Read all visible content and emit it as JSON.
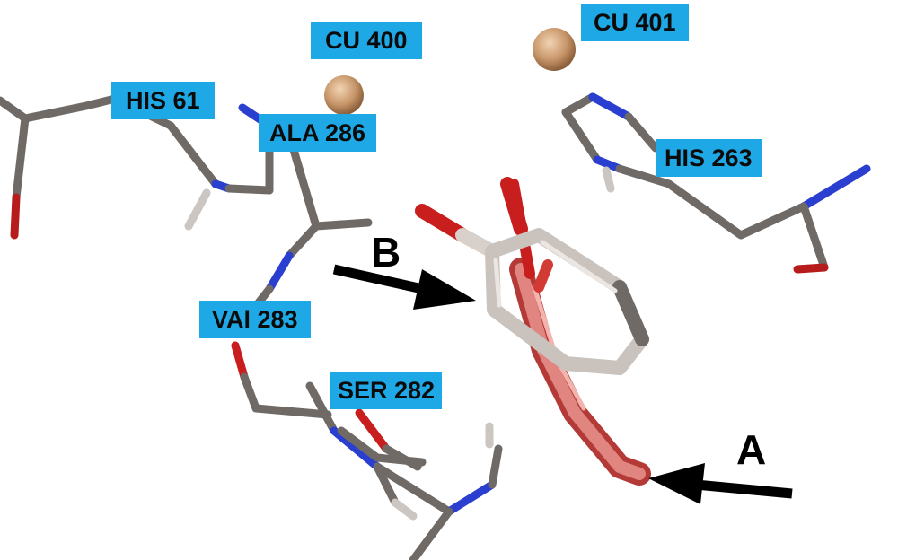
{
  "labels": {
    "cu400": "CU 400",
    "cu401": "CU 401",
    "his61": "HIS 61",
    "ala286": "ALA 286",
    "his263": "HIS 263",
    "val283": "VAl 283",
    "ser282": "SER 282"
  },
  "markers": {
    "a": "A",
    "b": "B"
  },
  "colors": {
    "label_bg": "#1fa8e6",
    "stick_carbon": "#6f6a66",
    "nitrogen": "#2a3fcf",
    "oxygen": "#c81e1e",
    "copper": "#c8966a",
    "ligand_b": "#c9c2bd",
    "ligand_a": "#d8706a"
  }
}
